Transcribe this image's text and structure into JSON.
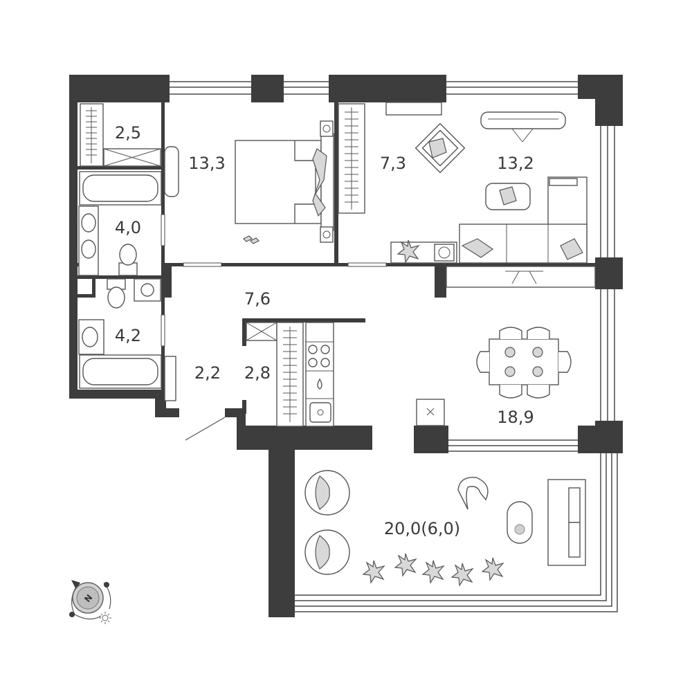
{
  "rooms": {
    "wardrobe_small": "2,5",
    "bedroom": "13,3",
    "bathroom_1": "4,0",
    "bathroom_2": "4,2",
    "hall": "7,6",
    "entry": "2,2",
    "closet": "2,8",
    "kitchen_nook": "7,3",
    "living": "13,2",
    "dining": "18,9",
    "terrace": "20,0(6,0)"
  },
  "compass": {
    "letter": "N",
    "needle_icon": "north-arrow-icon",
    "sun_icon": "sun-icon"
  }
}
